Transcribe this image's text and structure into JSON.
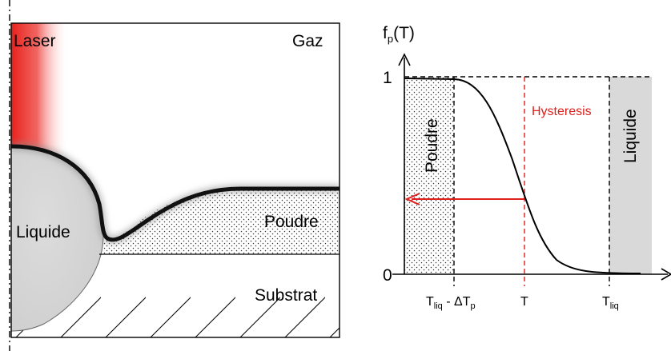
{
  "left_panel": {
    "laser_label": "Laser",
    "gas_label": "Gaz",
    "liquid_label": "Liquide",
    "powder_label": "Poudre",
    "substrate_label": "Substrat"
  },
  "right_panel": {
    "y_axis_label_main": "f",
    "y_axis_label_sub": "p",
    "y_axis_label_suffix": "(T)",
    "y_tick_top": "1",
    "y_tick_bottom": "0",
    "powder_label": "Poudre",
    "liquid_label": "Liquide",
    "hysteresis_label": "Hysteresis",
    "x_tick_1_main": "T",
    "x_tick_1_sub": "liq",
    "x_tick_1_mid": " - ΔT",
    "x_tick_1_sub2": "p",
    "x_tick_2": "T",
    "x_tick_3_main": "T",
    "x_tick_3_sub": "liq"
  },
  "colors": {
    "laser": "#e8201c",
    "hysteresis": "#e0201c",
    "liquid_fill": "#d9d9d9",
    "powder_dots": "#333333"
  }
}
